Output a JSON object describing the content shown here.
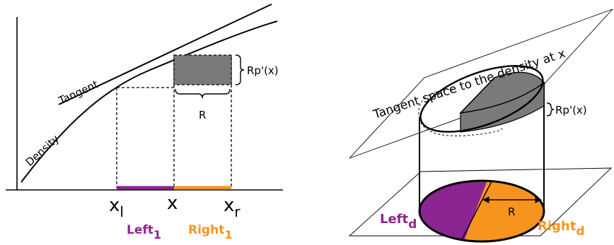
{
  "left_panel": {
    "tangent_label": "Tangent",
    "density_label": "Density",
    "height_label": "Rp'(x)",
    "width_label": "R",
    "x_left_label": "x",
    "x_left_sub": "l",
    "x_mid_label": "x",
    "x_right_label": "x",
    "x_right_sub": "r",
    "left_interval_label": "Left",
    "left_interval_sub": "1",
    "right_interval_label": "Right",
    "right_interval_sub": "1"
  },
  "right_panel": {
    "plane_label": "Tangent space to the density at x",
    "height_label": "Rp'(x)",
    "radius_label": "R",
    "left_region_label": "Left",
    "left_region_sub": "d",
    "right_region_label": "Right",
    "right_region_sub": "d"
  },
  "colors": {
    "left": "#8b2490",
    "right": "#f7941d",
    "box_fill": "#7a7a7a"
  }
}
